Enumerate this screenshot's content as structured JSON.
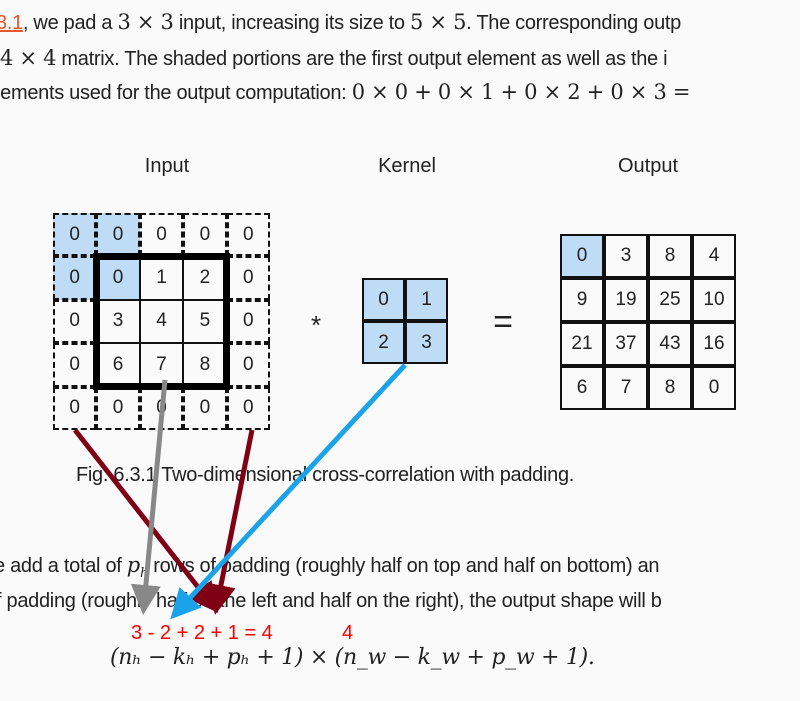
{
  "text": {
    "l1_link": "3.1",
    "l1a": ", we pad a ",
    "l1m1": "3 × 3",
    "l1b": " input, increasing its size to ",
    "l1m2": "5 × 5",
    "l1c": ". The corresponding outp",
    "l2m": "4 × 4",
    "l2": " matrix. The shaded portions are the first output element as well as the i",
    "l3": "lements used for the output computation: ",
    "l3m": "0 × 0 + 0 × 1 + 0 × 2 + 0 × 3 =",
    "caption": "Fig. 6.3.1  Two-dimensional cross-correlation with padding.",
    "p1a": "e add a total of ",
    "p1m": "p",
    "p1sub": "h",
    "p1b": " rows of padding (roughly half on top and half on bottom) an",
    "p2": "f padding (roughly half on the left and half on the right), the output shape will b",
    "formula": "(nₕ − kₕ + pₕ + 1) × (n_w − k_w + p_w + 1).",
    "annot1": "3 - 2 + 2 + 1 = 4",
    "annot2": "4"
  },
  "figure": {
    "input_label": "Input",
    "kernel_label": "Kernel",
    "output_label": "Output",
    "star": "*",
    "equals": "=",
    "input": [
      [
        "0",
        "0",
        "0",
        "0",
        "0"
      ],
      [
        "0",
        "0",
        "1",
        "2",
        "0"
      ],
      [
        "0",
        "3",
        "4",
        "5",
        "0"
      ],
      [
        "0",
        "6",
        "7",
        "8",
        "0"
      ],
      [
        "0",
        "0",
        "0",
        "0",
        "0"
      ]
    ],
    "kernel": [
      [
        "0",
        "1"
      ],
      [
        "2",
        "3"
      ]
    ],
    "output": [
      [
        "0",
        "3",
        "8",
        "4"
      ],
      [
        "9",
        "19",
        "25",
        "10"
      ],
      [
        "21",
        "37",
        "43",
        "16"
      ],
      [
        "6",
        "7",
        "8",
        "0"
      ]
    ],
    "colors": {
      "shade": "#bfdcf7",
      "arrow_red": "#7f0015",
      "arrow_gray": "#888888",
      "arrow_blue": "#1aa3e8",
      "annot": "#ff0000"
    }
  }
}
